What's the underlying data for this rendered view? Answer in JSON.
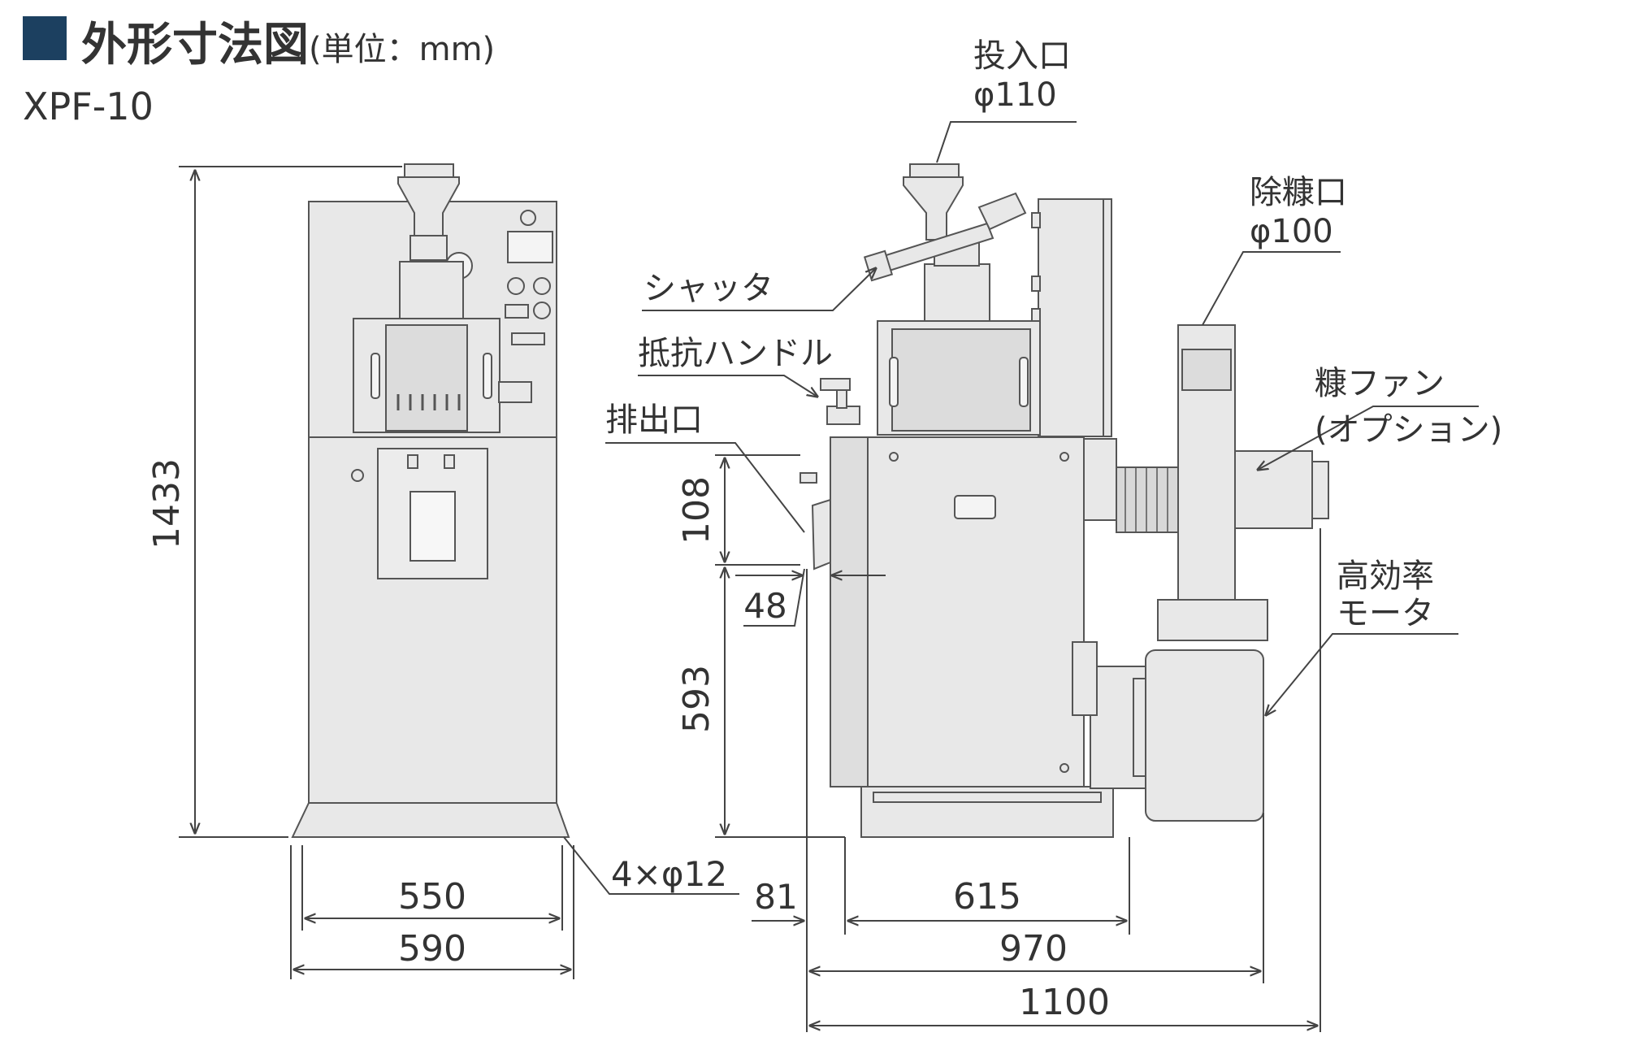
{
  "header": {
    "title": "外形寸法図",
    "unit": "(単位：mm)",
    "model": "XPF-10"
  },
  "labels": {
    "inlet": "投入口",
    "inlet_dia": "φ110",
    "shutter": "シャッタ",
    "resistance_handle": "抵抗ハンドル",
    "outlet": "排出口",
    "bran_outlet": "除糠口",
    "bran_outlet_dia": "φ100",
    "bran_fan": "糠ファン",
    "bran_fan_option": "(オプション)",
    "motor_line1": "高効率",
    "motor_line2": "モータ",
    "holes": "4×φ12"
  },
  "dimensions": {
    "height": "1433",
    "base_inner_width": "550",
    "base_outer_width": "590",
    "outlet_height": "108",
    "outlet_offset": "48",
    "outlet_base_height": "593",
    "front_offset": "81",
    "base_depth": "615",
    "body_depth": "970",
    "total_depth": "1100"
  },
  "colors": {
    "title_square": "#1c4060",
    "machine_fill": "#e8e8e8",
    "line": "#444444"
  }
}
